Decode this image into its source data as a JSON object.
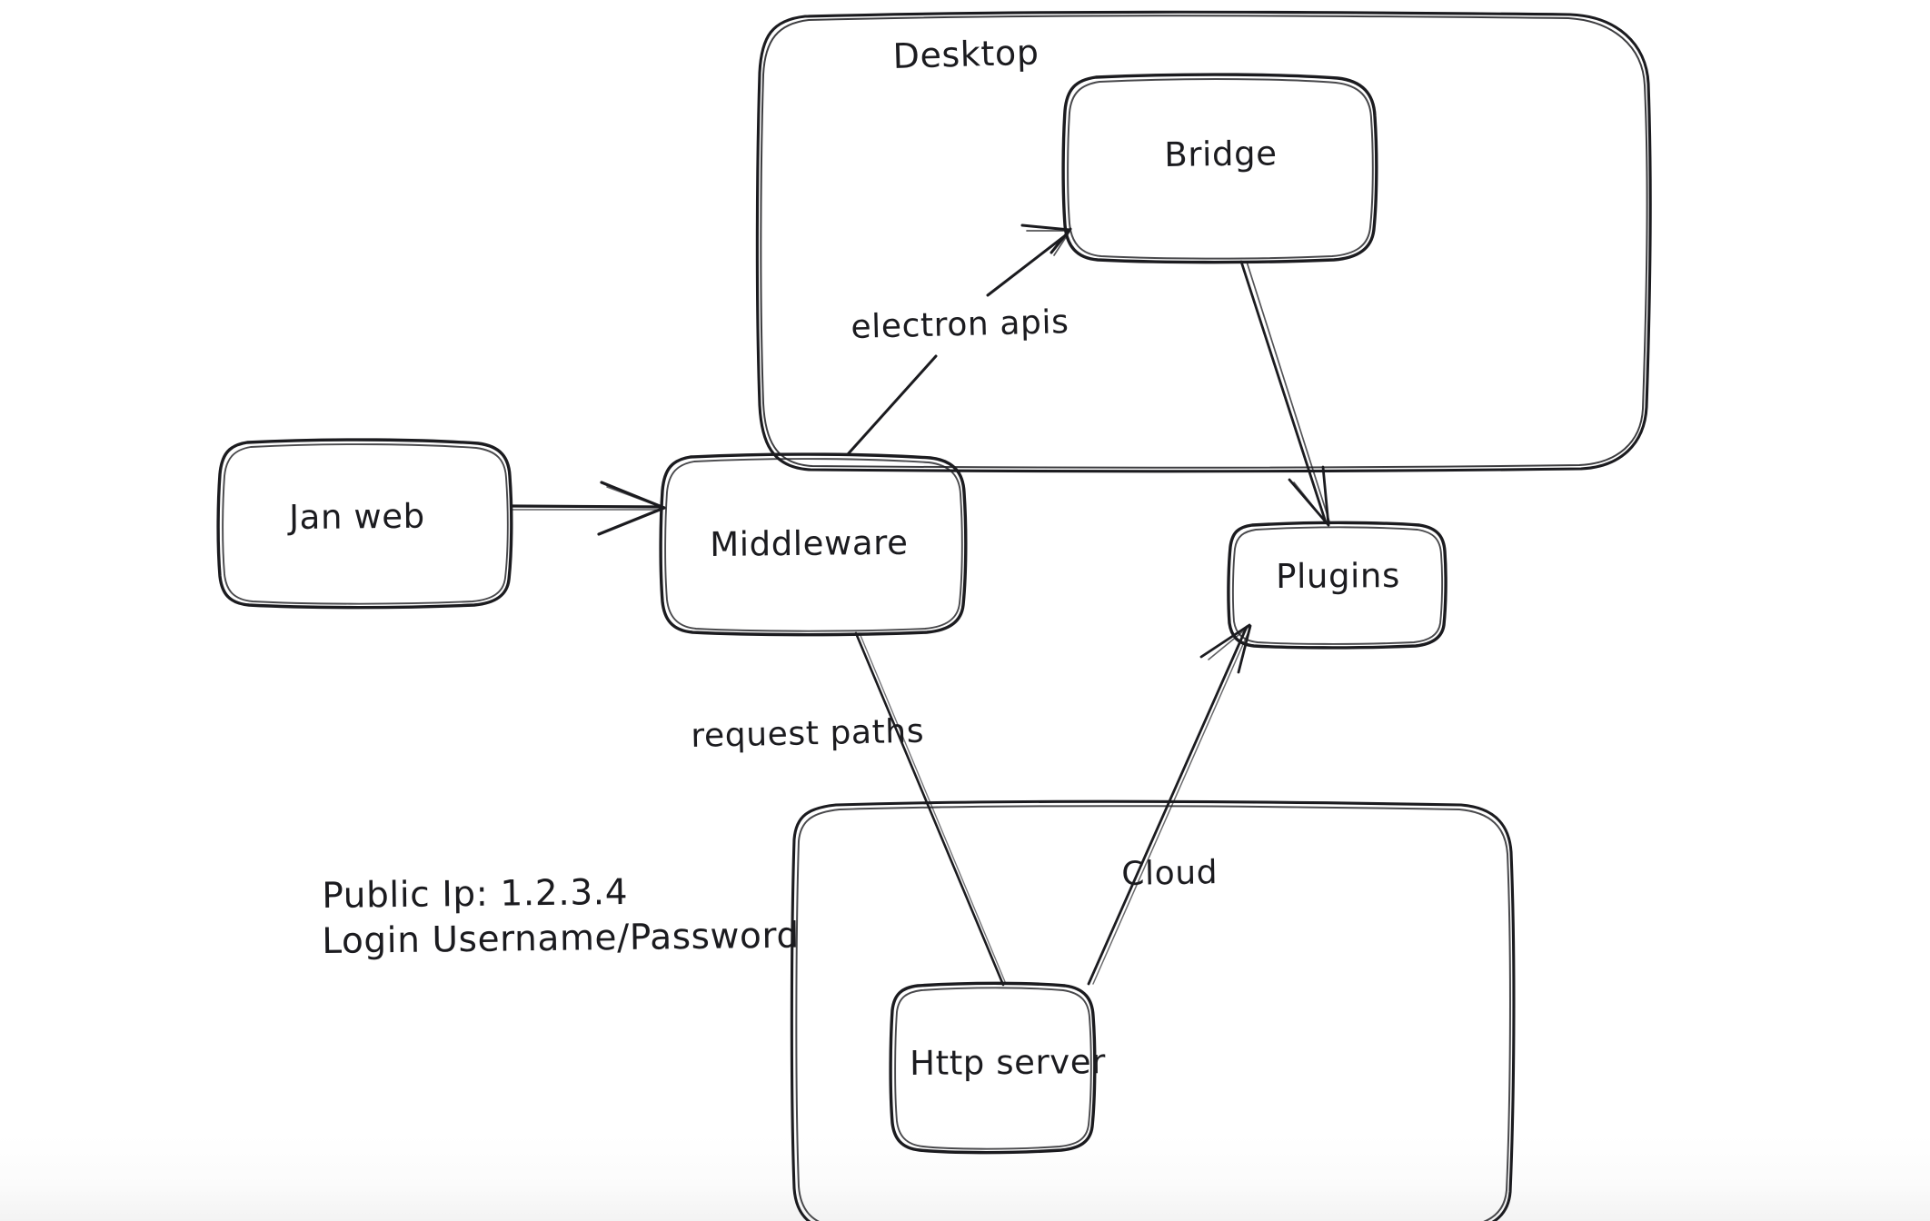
{
  "diagram": {
    "title_present": false,
    "style": "hand-drawn-whiteboard",
    "background_color": "#ffffff",
    "stroke_color": "#1b1b1f",
    "groups": [
      {
        "id": "desktop",
        "label": "Desktop",
        "contains": [
          "bridge"
        ]
      },
      {
        "id": "cloud-container",
        "label": "",
        "contains": [
          "http-server"
        ]
      }
    ],
    "nodes": [
      {
        "id": "jan-web",
        "label": "Jan web"
      },
      {
        "id": "middleware",
        "label": "Middleware"
      },
      {
        "id": "bridge",
        "label": "Bridge"
      },
      {
        "id": "plugins",
        "label": "Plugins"
      },
      {
        "id": "http-server",
        "label": "Http server"
      }
    ],
    "edges": [
      {
        "id": "e-janweb-middleware",
        "from": "jan-web",
        "to": "middleware",
        "label": "",
        "arrow": true
      },
      {
        "id": "e-middleware-bridge",
        "from": "middleware",
        "to": "bridge",
        "label": "electron apis",
        "arrow": true
      },
      {
        "id": "e-bridge-plugins",
        "from": "bridge",
        "to": "plugins",
        "label": "",
        "arrow": true
      },
      {
        "id": "e-middleware-http",
        "from": "middleware",
        "to": "http-server",
        "label": "request paths",
        "arrow": false
      },
      {
        "id": "e-http-plugins",
        "from": "http-server",
        "to": "plugins",
        "label": "Cloud",
        "arrow": true
      }
    ],
    "notes": {
      "id": "public-ip-note",
      "lines": [
        "Public Ip: 1.2.3.4",
        "Login Username/Password"
      ]
    }
  }
}
